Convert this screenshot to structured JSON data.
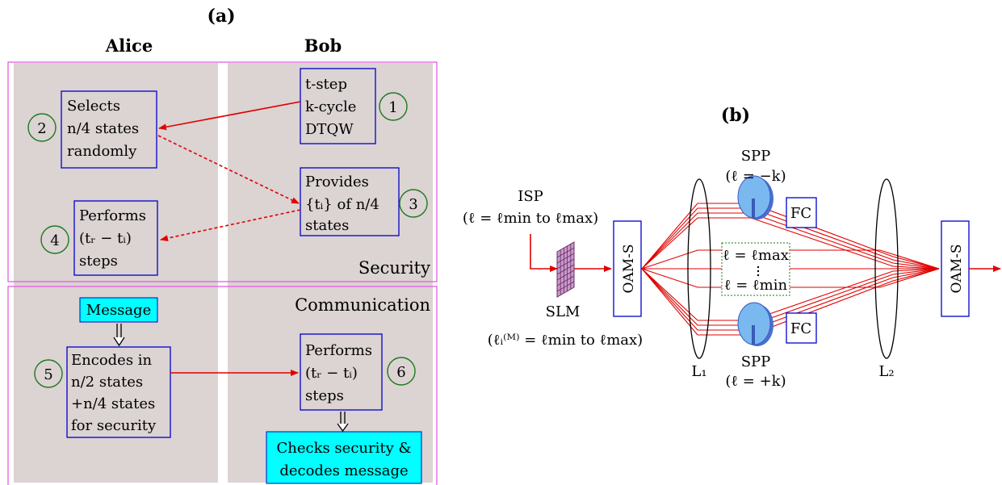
{
  "panel_a": {
    "label": "(a)",
    "col_alice": "Alice",
    "col_bob": "Bob",
    "security_label": "Security",
    "communication_label": "Communication",
    "box1": [
      "t-step",
      "k-cycle",
      "DTQW"
    ],
    "box2": [
      "Selects",
      "n/4 states",
      "randomly"
    ],
    "box3": [
      "Provides",
      "{tᵢ} of n/4",
      "states"
    ],
    "box4": [
      "Performs",
      "(tᵣ − tᵢ)",
      "steps"
    ],
    "box5": [
      "Encodes in",
      "n/2 states",
      "+n/4 states",
      "for security"
    ],
    "box6": [
      "Performs",
      "(tᵣ − tᵢ)",
      "steps"
    ],
    "message": "Message",
    "checks": [
      "Checks security &",
      "decodes message"
    ],
    "steps": [
      "1",
      "2",
      "3",
      "4",
      "5",
      "6"
    ]
  },
  "panel_b": {
    "label": "(b)",
    "isp": [
      "ISP",
      "(ℓ = ℓmin to ℓmax)"
    ],
    "slm": [
      "SLM",
      "(ℓᵢ⁽ᴹ⁾ = ℓmin to ℓmax)"
    ],
    "oam_s": "OAM-S",
    "spp_top": [
      "SPP",
      "(ℓ = −k)"
    ],
    "spp_bottom": [
      "SPP",
      "(ℓ = +k)"
    ],
    "fc": "FC",
    "range": [
      "ℓ = ℓmax",
      "ℓ = ℓmin"
    ],
    "lens1": "L₁",
    "lens2": "L₂"
  },
  "colors": {
    "arrow": "#e00000",
    "box_border": "#0000cc",
    "circle": "#1a7a1a",
    "panel_bg": "#dcd3d3",
    "panel_border": "#e060e0",
    "highlight": "#00ffff",
    "spp": "#7ab8f0"
  }
}
